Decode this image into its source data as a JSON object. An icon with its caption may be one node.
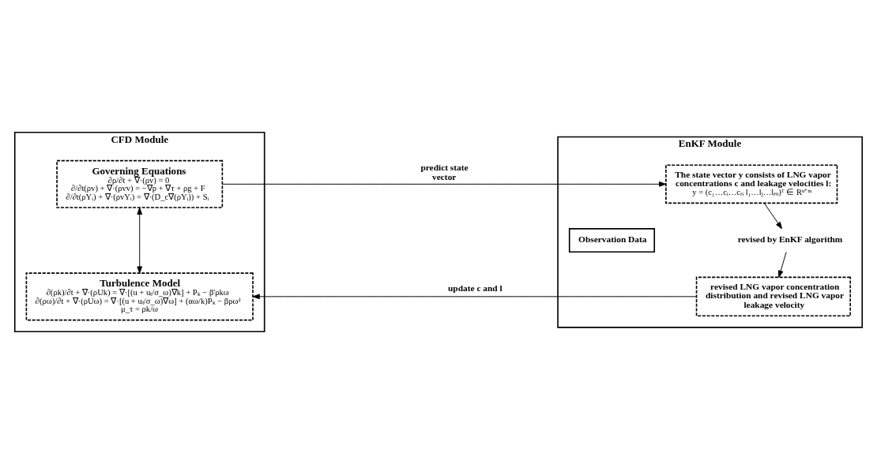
{
  "diagram": {
    "nodes": [
      {
        "text": [
          "CFD Module"
        ]
      },
      {
        "text": [
          "Governing Equations",
          "∂ρ/∂t + ∇·(ρv) = 0",
          "∂/∂t(ρv) + ∇·(ρvv) = −∇p + ∇τ + ρg + F",
          "∂/∂t(ρYᵢ) + ∇·(ρvYᵢ) = ∇·(D_c∇(ρYᵢ)) + Sᵢ"
        ],
        "in": 0
      },
      {
        "text": [
          "Turbulence Model",
          "∂(ρk)/∂t + ∇·(ρUk) = ∇·[(u + uₜ/σ_ω)∇k] + Pₖ − β'ρkω",
          "∂(ρω)/∂t + ∇·(ρUω) = ∇·[(u + uₜ/σ_ω)∇ω] + (αω/k)Pₖ − βρω²",
          "μ_τ = ρk/ω"
        ],
        "in": 0
      },
      {
        "text": [
          "EnKF Module"
        ]
      },
      {
        "text": [
          "The state vector y consists of LNG vapor concentrations c and leakage velocities l:",
          "y = (c₁…cᵢ…cₙ l₁…lⱼ…lₘ)ᵀ ∈ Rⁿ⁺ᵐ"
        ],
        "in": 3
      },
      {
        "text": [
          "Observation Data"
        ],
        "in": 3
      },
      {
        "text": [
          "revised by EnKF algorithm"
        ],
        "in": 3
      },
      {
        "text": [
          "revised LNG vapor concentration distribution and revised LNG vapor leakage velocity"
        ],
        "in": 3
      }
    ],
    "edges": [
      {
        "from": 1,
        "to": 4,
        "arrow": "to",
        "label": "predict state vector"
      },
      {
        "from": 1,
        "to": 2,
        "arrow": "both"
      },
      {
        "from": 4,
        "to": 6,
        "arrow": "to"
      },
      {
        "from": 6,
        "to": 7,
        "arrow": "to"
      },
      {
        "from": 7,
        "to": 2,
        "arrow": "to",
        "label": "update c and l"
      }
    ]
  }
}
